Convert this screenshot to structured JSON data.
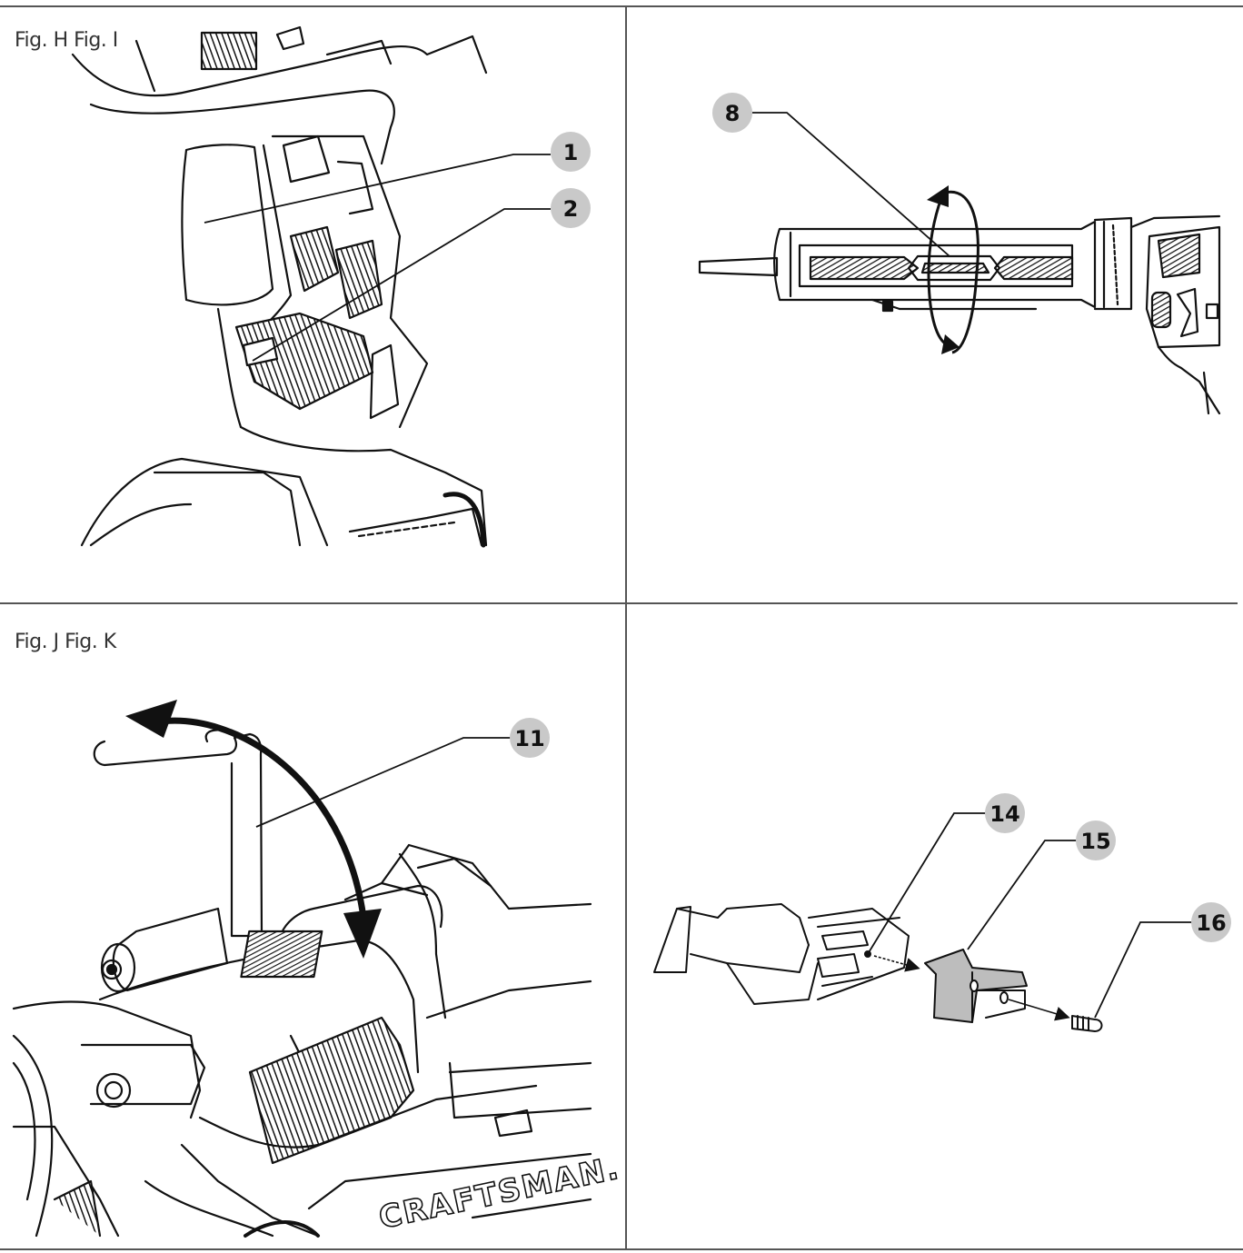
{
  "figures": {
    "top_label": "Fig. H Fig. I",
    "bottom_label": "Fig. J Fig. K"
  },
  "callouts": {
    "c1": "1",
    "c2": "2",
    "c8": "8",
    "c11": "11",
    "c14": "14",
    "c15": "15",
    "c16": "16"
  },
  "brand": {
    "text": "CRAFTSMAN."
  },
  "colors": {
    "callout_fill": "#c9c9c9",
    "line": "#111111",
    "rule": "#555555"
  }
}
